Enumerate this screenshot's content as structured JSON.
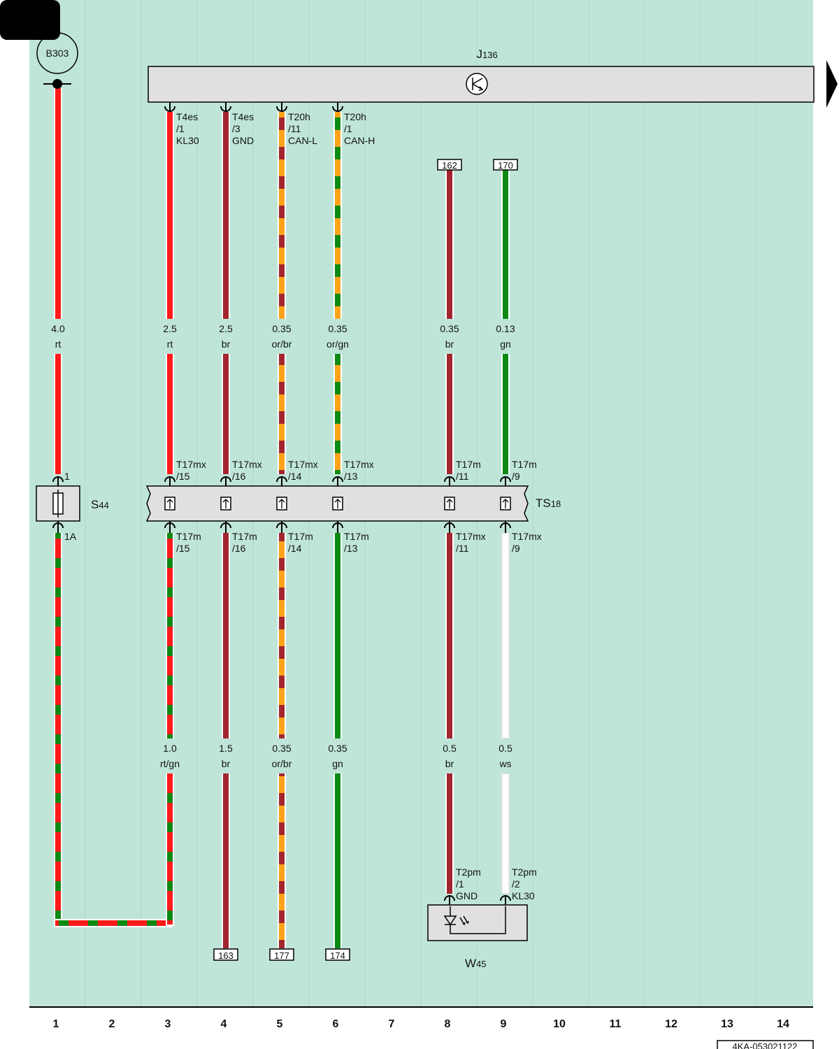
{
  "title_box": "",
  "ground": "B303",
  "control_unit": {
    "name": "J",
    "sub": "136"
  },
  "fuse": {
    "name": "S",
    "sub": "44",
    "pin_top": "1",
    "pin_bottom": "1A"
  },
  "connector_strip": {
    "name": "TS",
    "sub": "18"
  },
  "lamp": {
    "name": "W",
    "sub": "45"
  },
  "j136_pins": [
    {
      "l1": "T4es",
      "l2": "/1",
      "l3": "KL30"
    },
    {
      "l1": "T4es",
      "l2": "/3",
      "l3": "GND"
    },
    {
      "l1": "T20h",
      "l2": "/11",
      "l3": "CAN-L"
    },
    {
      "l1": "T20h",
      "l2": "/1",
      "l3": "CAN-H"
    }
  ],
  "refs_top": [
    "162",
    "170"
  ],
  "refs_bottom": [
    "163",
    "177",
    "174"
  ],
  "upper_wires": [
    {
      "size": "4.0",
      "color": "rt"
    },
    {
      "size": "2.5",
      "color": "rt"
    },
    {
      "size": "2.5",
      "color": "br"
    },
    {
      "size": "0.35",
      "color": "or/br"
    },
    {
      "size": "0.35",
      "color": "or/gn"
    },
    {
      "size": "0.35",
      "color": "br"
    },
    {
      "size": "0.13",
      "color": "gn"
    }
  ],
  "ts_top_pins": [
    {
      "l1": "T17mx",
      "l2": "/15"
    },
    {
      "l1": "T17mx",
      "l2": "/16"
    },
    {
      "l1": "T17mx",
      "l2": "/14"
    },
    {
      "l1": "T17mx",
      "l2": "/13"
    },
    {
      "l1": "T17m",
      "l2": "/11"
    },
    {
      "l1": "T17m",
      "l2": "/9"
    }
  ],
  "ts_bottom_pins": [
    {
      "l1": "T17m",
      "l2": "/15"
    },
    {
      "l1": "T17m",
      "l2": "/16"
    },
    {
      "l1": "T17m",
      "l2": "/14"
    },
    {
      "l1": "T17m",
      "l2": "/13"
    },
    {
      "l1": "T17mx",
      "l2": "/11"
    },
    {
      "l1": "T17mx",
      "l2": "/9"
    }
  ],
  "lower_wires": [
    {
      "size": "1.0",
      "color": "rt/gn"
    },
    {
      "size": "1.5",
      "color": "br"
    },
    {
      "size": "0.35",
      "color": "or/br"
    },
    {
      "size": "0.35",
      "color": "gn"
    },
    {
      "size": "0.5",
      "color": "br"
    },
    {
      "size": "0.5",
      "color": "ws"
    }
  ],
  "lamp_pins": [
    {
      "l1": "T2pm",
      "l2": "/1",
      "l3": "GND"
    },
    {
      "l1": "T2pm",
      "l2": "/2",
      "l3": "KL30"
    }
  ],
  "columns": [
    "1",
    "2",
    "3",
    "4",
    "5",
    "6",
    "7",
    "8",
    "9",
    "10",
    "11",
    "12",
    "13",
    "14"
  ],
  "doc_number": "4KA-053021122",
  "colors": {
    "background": "#bfe5d9",
    "red": "#ff1a1a",
    "brown": "#a3262e",
    "orange": "#ffa41a",
    "green": "#0a8a12",
    "white": "#ffffff",
    "component": "#e0e0e0"
  }
}
